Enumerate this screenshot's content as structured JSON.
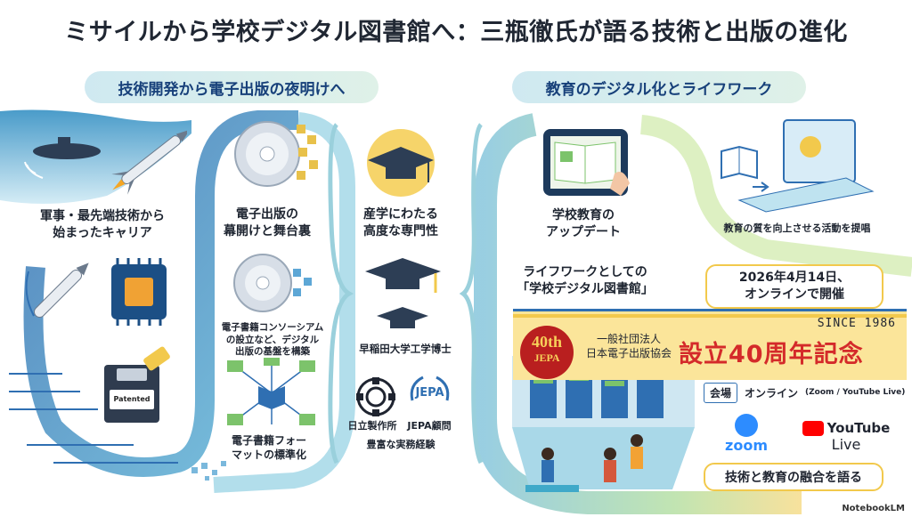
{
  "title": "ミサイルから学校デジタル図書館へ：三瓶徹氏が語る技術と出版の進化",
  "left_section": {
    "header": "技術開発から電子出版の夜明けへ",
    "career": [
      "軍事・最先端技術から",
      "始まったキャリア"
    ],
    "floppy_label": "Patented",
    "ebook_dawn": [
      "電子出版の",
      "幕開けと舞台裏"
    ],
    "consortium": [
      "電子書籍コンソーシアム",
      "の設立など、デジタル",
      "出版の基盤を構築"
    ],
    "format": [
      "電子書籍フォー",
      "マットの標準化"
    ]
  },
  "middle_section": {
    "expertise": [
      "産学にわたる",
      "高度な専門性"
    ],
    "waseda": "早稲田大学工学博士",
    "hitachi": "日立製作所",
    "jepa_adviser": "JEPA顧問",
    "experience": "豊富な実務経験",
    "jepa_mark": "JEPA"
  },
  "right_section": {
    "header": "教育のデジタル化とライフワーク",
    "school_update": [
      "学校教育の",
      "アップデート"
    ],
    "lifework": [
      "ライフワークとしての",
      "「学校デジタル図書館」"
    ],
    "quality": "教育の質を向上させる活動を提唱",
    "event_date": [
      "2026年4月14日、",
      "オンラインで開催"
    ],
    "since": "SINCE 1986",
    "badge_40": "40th",
    "badge_jepa": "JEPA",
    "org_type": "一般社団法人",
    "org_name": "日本電子出版協会",
    "anniversary": "設立40周年記念",
    "venue_label": "会場",
    "venue_value": "オンライン",
    "venue_detail": "(Zoom / YouTube Live)",
    "zoom": "zoom",
    "youtube": "YouTube",
    "live": "Live",
    "fusion": "技術と教育の融合を語る"
  },
  "credit": "NotebookLM",
  "colors": {
    "path_blue": "#2f6fb2",
    "path_teal": "#3fa9c9",
    "path_green": "#7cc36b",
    "path_yellow": "#f2c94c",
    "anniv_red": "#d42a2a"
  }
}
